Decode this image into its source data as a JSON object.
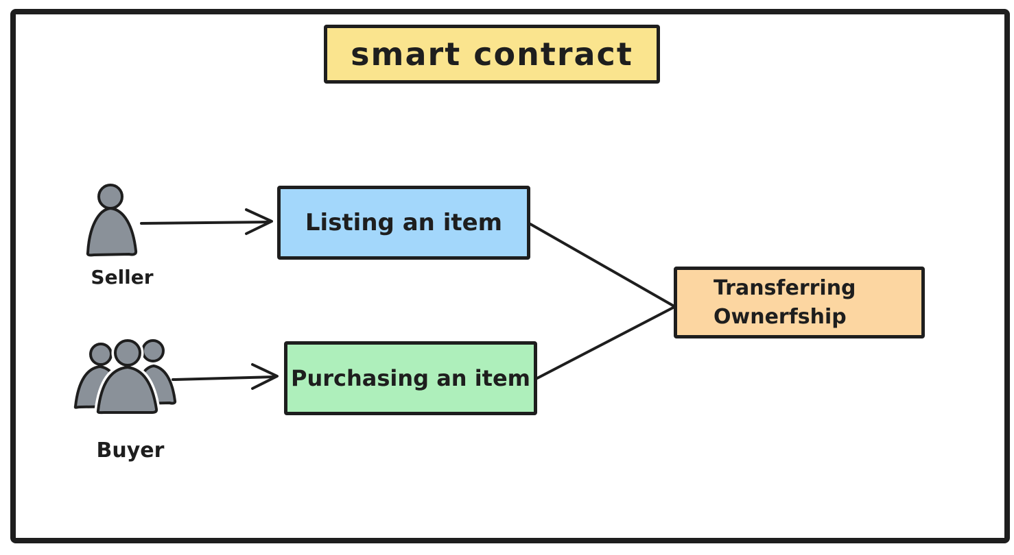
{
  "diagram": {
    "title": "smart contract",
    "actors": [
      {
        "id": "seller",
        "label": "Seller",
        "icon": "person-icon"
      },
      {
        "id": "buyer",
        "label": "Buyer",
        "icon": "people-icon"
      }
    ],
    "process_nodes": [
      {
        "id": "listing",
        "label": "Listing an item",
        "fill": "#a3d7fb"
      },
      {
        "id": "purchasing",
        "label": "Purchasing an item",
        "fill": "#aeefbb"
      },
      {
        "id": "transferring",
        "label": "Transferring Ownerfship",
        "fill": "#fcd6a1"
      }
    ],
    "connectors": [
      {
        "from": "seller",
        "to": "listing",
        "style": "arrow"
      },
      {
        "from": "buyer",
        "to": "purchasing",
        "style": "arrow"
      },
      {
        "from": "listing",
        "to": "transferring",
        "style": "line"
      },
      {
        "from": "purchasing",
        "to": "transferring",
        "style": "line"
      }
    ],
    "colors": {
      "ink": "#1e1e1e",
      "title_fill": "#fae48e",
      "person_fill": "#8a9199",
      "canvas": "#ffffff"
    }
  }
}
